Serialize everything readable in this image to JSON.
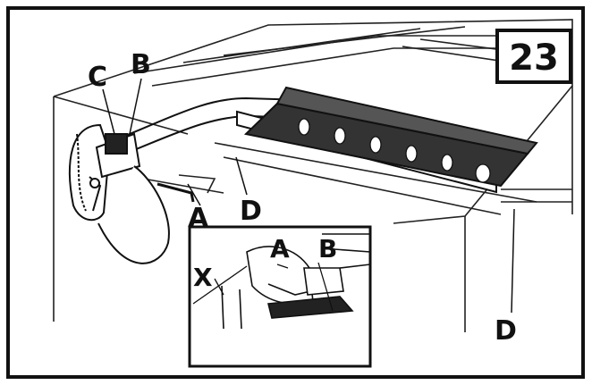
{
  "figure": {
    "step_number": "23",
    "labels": {
      "c": "C",
      "b": "B",
      "a": "A",
      "d_center": "D",
      "d_right": "D",
      "inset_a": "A",
      "inset_b": "B",
      "inset_x": "X"
    }
  }
}
